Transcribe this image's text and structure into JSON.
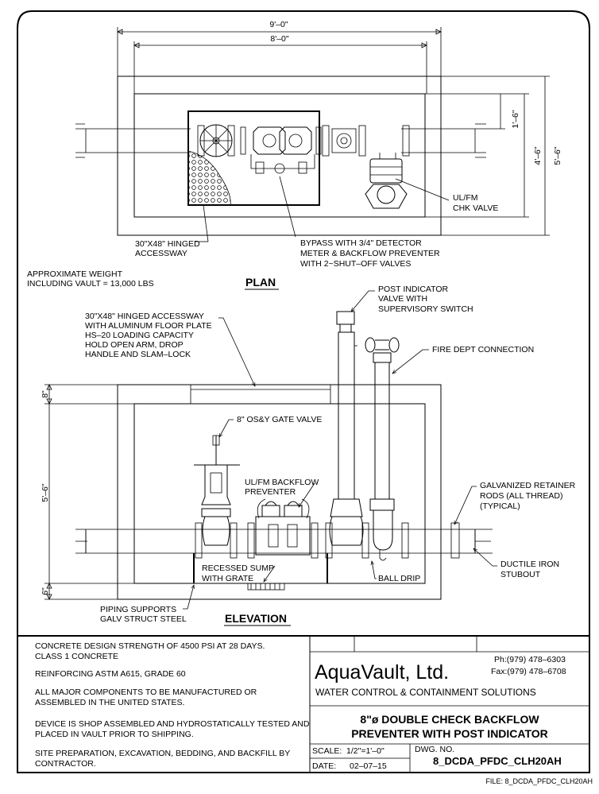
{
  "plan": {
    "dim_outer_width": "9'–0\"",
    "dim_inner_width": "8'–0\"",
    "dim_top_right": "1'–6\"",
    "dim_inner_height": "4'–6\"",
    "dim_outer_height": "5'–6\"",
    "label_hatch": [
      "30\"X48\" HINGED",
      "ACCESSWAY"
    ],
    "label_bypass": [
      "BYPASS WITH 3/4\" DETECTOR",
      "METER & BACKFLOW PREVENTER",
      "WITH 2~SHUT–OFF VALVES"
    ],
    "label_chk": [
      "UL/FM",
      "CHK VALVE"
    ],
    "weight": [
      "APPROXIMATE WEIGHT",
      "INCLUDING VAULT = 13,000 LBS"
    ],
    "title": "PLAN"
  },
  "elevation": {
    "label_accessway": [
      "30\"X48\" HINGED ACCESSWAY",
      "WITH ALUMINUM FLOOR PLATE",
      "HS–20 LOADING CAPACITY",
      "HOLD OPEN ARM, DROP",
      "HANDLE AND SLAM–LOCK"
    ],
    "label_piv": [
      "POST INDICATOR",
      "VALVE WITH",
      "SUPERVISORY SWITCH"
    ],
    "label_fdc": "FIRE DEPT CONNECTION",
    "label_gate": "8\" OS&Y GATE VALVE",
    "label_backflow": [
      "UL/FM BACKFLOW",
      "PREVENTER"
    ],
    "label_retainer": [
      "GALVANIZED RETAINER",
      "RODS (ALL THREAD)",
      "(TYPICAL)"
    ],
    "label_stubout": [
      "DUCTILE IRON",
      "STUBOUT"
    ],
    "label_sump": [
      "RECESSED SUMP",
      "WITH GRATE"
    ],
    "label_drip": "BALL DRIP",
    "label_supports": [
      "PIPING SUPPORTS",
      "GALV STRUCT STEEL"
    ],
    "dim_top": "8\"",
    "dim_mid": "5'–6\"",
    "dim_bottom": "6\"",
    "title": "ELEVATION"
  },
  "notes": [
    [
      "CONCRETE DESIGN STRENGTH OF 4500 PSI AT 28 DAYS.",
      "CLASS 1 CONCRETE"
    ],
    [
      "REINFORCING ASTM A615, GRADE 60"
    ],
    [
      "ALL MAJOR COMPONENTS TO BE MANUFACTURED OR",
      "ASSEMBLED IN THE UNITED STATES."
    ],
    [
      "DEVICE IS SHOP ASSEMBLED AND HYDROSTATICALLY TESTED AND",
      "PLACED IN VAULT PRIOR TO SHIPPING."
    ],
    [
      "SITE PREPARATION, EXCAVATION, BEDDING, AND BACKFILL BY",
      "CONTRACTOR."
    ]
  ],
  "titleblock": {
    "company": "AquaVault, Ltd.",
    "phone": "Ph:(979) 478–6303",
    "fax": "Fax:(979) 478–6708",
    "tagline": "WATER CONTROL & CONTAINMENT SOLUTIONS",
    "drawing_title": [
      "8\"ø DOUBLE CHECK BACKFLOW",
      "PREVENTER WITH POST INDICATOR"
    ],
    "scale_label": "SCALE:",
    "scale_value": "1/2\"=1'–0\"",
    "date_label": "DATE:",
    "date_value": "02–07–15",
    "dwg_label": "DWG. NO.",
    "dwg_value": "8_DCDA_PFDC_CLH20AH",
    "file": "FILE: 8_DCDA_PFDC_CLH20AH"
  }
}
